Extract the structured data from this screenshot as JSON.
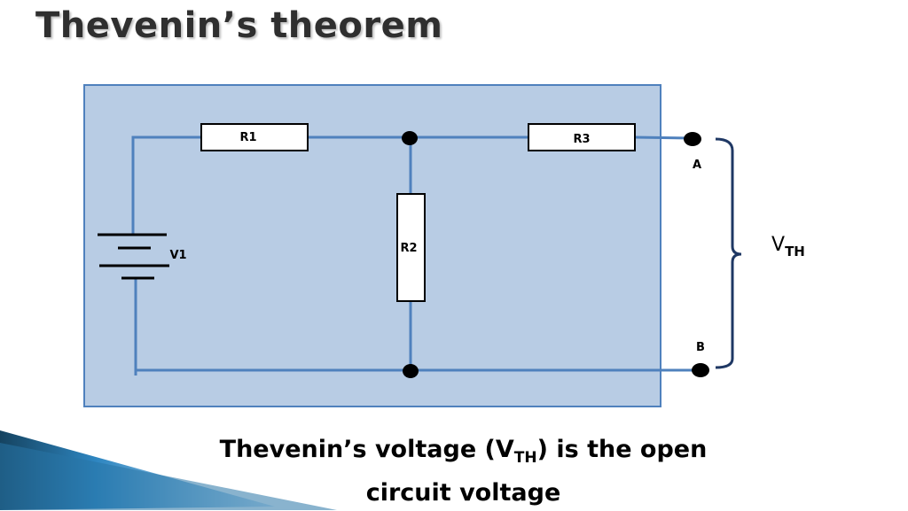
{
  "slide": {
    "title": "Thevenin’s theorem"
  },
  "circuit": {
    "components": {
      "r1": "R1",
      "r2": "R2",
      "r3": "R3",
      "v1": "V1"
    },
    "terminals": {
      "a": "A",
      "b": "B"
    },
    "vth": {
      "main": "V",
      "sub": "TH"
    }
  },
  "caption": {
    "part1": "Thevenin’s voltage (V",
    "sub": "TH",
    "part2": ") is the open circuit voltage"
  },
  "colors": {
    "panel_fill": "#b8cce4",
    "panel_border": "#4f81bd",
    "wire": "#4f81bd",
    "brace": "#1f3864",
    "node": "#000000",
    "decor_dark": "#1b4f72",
    "decor_light": "#5dade2"
  }
}
